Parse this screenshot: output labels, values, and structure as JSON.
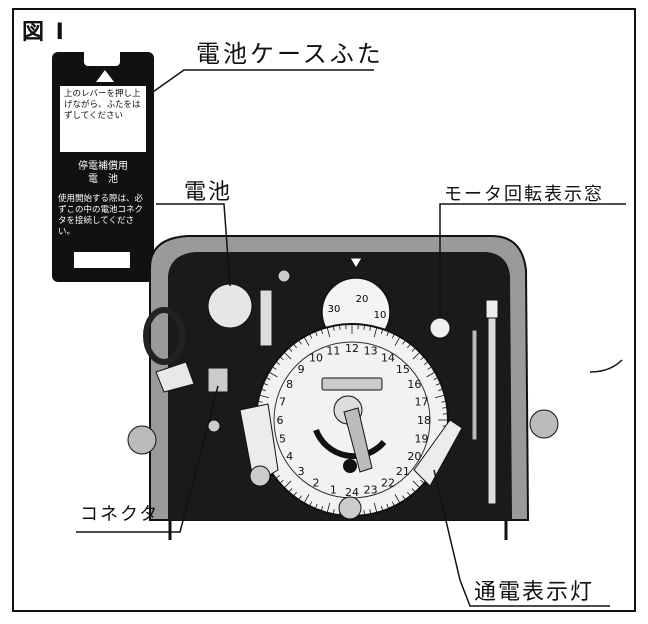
{
  "figure": {
    "label": "図 I"
  },
  "callouts": {
    "battery_cover": "電池ケースふた",
    "battery": "電池",
    "motor_window": "モータ回転表示窓",
    "connector": "コネクタ",
    "power_lamp": "通電表示灯"
  },
  "battery_cover": {
    "notice": "上のレバーを押し上げながら、ふたをはずしてください",
    "title_line1": "停電補償用",
    "title_line2": "電　池",
    "body": "使用開始する際は、必ずこの中の電池コネクタを接続してください。"
  },
  "dial": {
    "outer_numbers": [
      "24",
      "23",
      "22",
      "21",
      "20",
      "19",
      "18",
      "17",
      "16",
      "15",
      "14",
      "13",
      "12",
      "11",
      "10",
      "9",
      "8",
      "7",
      "6",
      "5",
      "4",
      "3",
      "2",
      "1"
    ],
    "small_dial_numbers": [
      "30",
      "20",
      "10"
    ]
  },
  "colors": {
    "ink": "#111111",
    "paper": "#ffffff",
    "case": "#1a1a1a",
    "dial": "#f2f2f2"
  }
}
